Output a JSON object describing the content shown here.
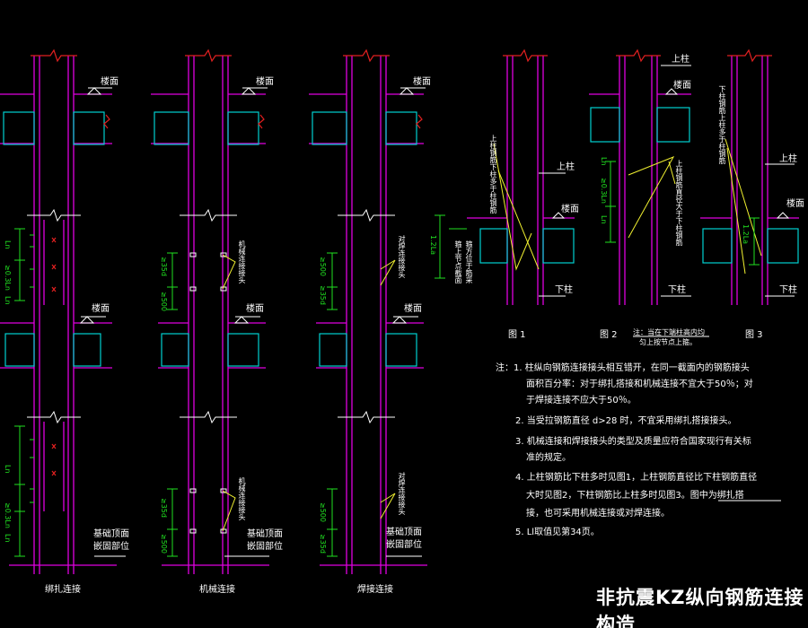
{
  "title": "非抗震KZ纵向钢筋连接构造",
  "labels": {
    "floor": "楼面",
    "top": "上柱",
    "bottom": "下柱",
    "foundation_line1": "基础顶面",
    "foundation_line2": "嵌固部位",
    "col1_name": "绑扎连接",
    "col2_name": "机械连接",
    "col3_name": "焊接连接",
    "fig1": "图 1",
    "fig2": "图 2",
    "fig3": "图 3",
    "mech_joint": "机械连接接头",
    "weld_joint": "对焊连接接头",
    "weld_joint_b": "对焊连接接头",
    "mech_joint_b": "机械连接接头",
    "fig1_note": "上柱钢筋下柱多于柱钢筋",
    "fig2_note": "上柱钢筋直径大于下柱钢筋",
    "fig3_note": "下柱钢筋上柱多于柱钢筋",
    "lap_note_a": "箍上节点截面",
    "lap_note_b": "箍方位于筋采",
    "fig2_caption_a": "注：当在下端柱高内均",
    "fig2_caption_b": "匀上按节点上箍。",
    "dim_geq_03ln": "≥0.3Ln",
    "dim_geq_500": "≥500",
    "dim_geq_35d": "≥35d",
    "dim_12la": "1.2La",
    "dim_ln": "Ln"
  },
  "notes": [
    "注：1. 柱纵向钢筋连接接头相互错开，在同一截面内的钢筋接头",
    "面积百分率：对于绑扎搭接和机械连接不宜大于50％；对",
    "于焊接连接不应大于50％。",
    "2. 当受拉钢筋直径 d>28 时，不宜采用绑扎搭接接头。",
    "3. 机械连接和焊接接头的类型及质量应符合国家现行有关标",
    "准的规定。",
    "4. 上柱钢筋比下柱多时见图1，上柱钢筋直径比下柱钢筋直径",
    "大时见图2，下柱钢筋比上柱多时见图3。图中为绑扎搭",
    "接，也可采用机械连接或对焊连接。",
    "5. Ll取值见第34页。"
  ],
  "colors": {
    "column": "#e000e0",
    "break": "#e02020",
    "beam": "#00d0d0",
    "leader": "#f0f030",
    "dimension": "#20e020",
    "text_white": "#ffffff",
    "title": "#ffffff"
  }
}
